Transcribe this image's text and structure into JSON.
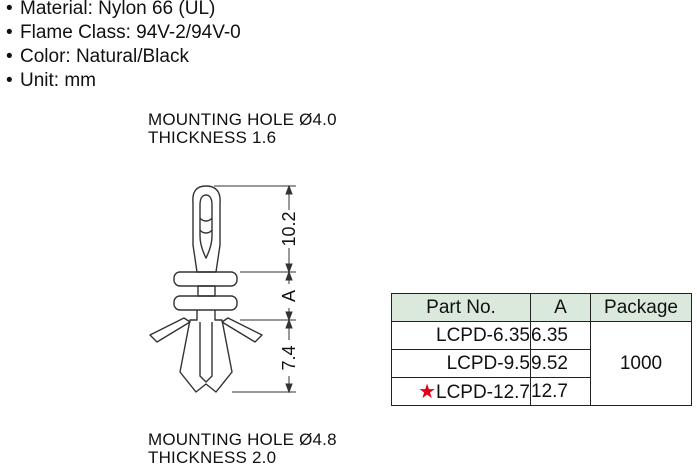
{
  "specs": [
    "Material: Nylon 66 (UL)",
    "Flame Class: 94V-2/94V-0",
    "Color: Natural/Black",
    "Unit: mm"
  ],
  "bullet": "•",
  "mounting_top": {
    "hole": "MOUNTING  HOLE  Ø4.0",
    "thickness": "THICKNESS  1.6"
  },
  "mounting_bottom": {
    "hole": "MOUNTING  HOLE  Ø4.8",
    "thickness": "THICKNESS  2.0"
  },
  "dimensions": {
    "upper": "10.2",
    "middle": "A",
    "lower": "7.4"
  },
  "table": {
    "headers": [
      "Part No.",
      "A",
      "Package"
    ],
    "rows": [
      {
        "part": "LCPD-6.35",
        "a": "6.35"
      },
      {
        "part": "LCPD-9.5",
        "a": "9.52"
      },
      {
        "part": "LCPD-12.7",
        "a": "12.7",
        "star": "★"
      }
    ],
    "package": "1000",
    "header_color": "#dbe9dd",
    "star_color": "#e3001b"
  }
}
